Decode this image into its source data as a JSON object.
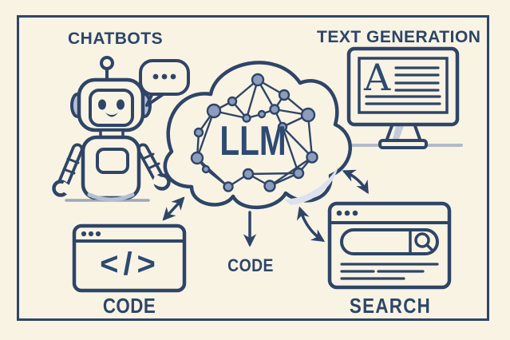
{
  "colors": {
    "background": "#f9f3e4",
    "ink": "#2e4568",
    "node_fill": "#8b9dba",
    "shade": "#dde2ee",
    "ground": "#9fabbf"
  },
  "labels": {
    "chatbots": "CHATBOTS",
    "text_generation": "TEXT GENERATION",
    "llm": "LLM",
    "code_window": "CODE",
    "code_center": "CODE",
    "search": "SEARCH",
    "code_glyph": "</>",
    "monitor_letter": "A"
  },
  "icons": {
    "robot": "robot-icon",
    "speech_bubble": "speech-bubble-icon",
    "cloud": "llm-cloud-icon",
    "network": "neural-network-icon",
    "monitor": "monitor-icon",
    "code_window": "code-window-icon",
    "search_window": "search-browser-icon",
    "magnifier": "magnifier-icon",
    "arrows": "double-headed-arrow-icon"
  }
}
